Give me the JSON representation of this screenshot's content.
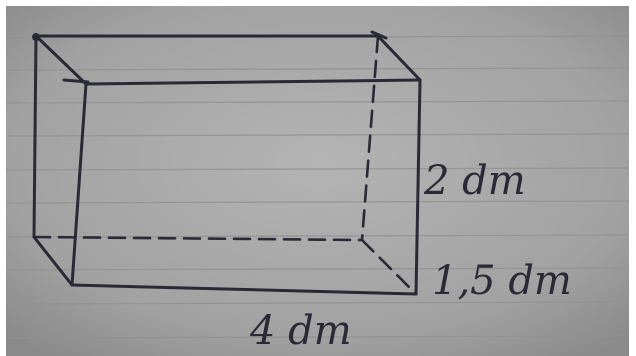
{
  "photo": {
    "paper_color": "#a9a9a9",
    "line_color": "#8e8e8e",
    "ink_color": "#2a2a36",
    "border_color": "#ffffff"
  },
  "labels": {
    "height": "2 dm",
    "depth": "1,5 dm",
    "width": "4 dm"
  }
}
